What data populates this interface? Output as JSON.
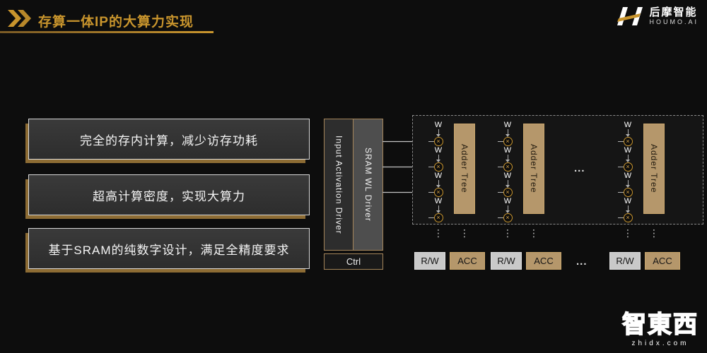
{
  "slide": {
    "title": "存算一体IP的大算力实现"
  },
  "logo": {
    "company_cn": "后摩智能",
    "company_en": "HOUMO.AI"
  },
  "features": [
    "完全的存内计算，减少访存功耗",
    "超高计算密度，实现大算力",
    "基于SRAM的纯数字设计，满足全精度要求"
  ],
  "diagram": {
    "input_driver": "Input Activation Driver",
    "sram_driver": "SRAM WL Driver",
    "ctrl": "Ctrl",
    "weight_label": "W",
    "multiply": "×",
    "adder_tree": "Adder Tree",
    "h_ellipsis": "...",
    "v_ellipsis": "⋮",
    "rw_label": "R/W",
    "acc_label": "ACC"
  },
  "watermark": {
    "brand": "智東西",
    "site": "zhidx.com"
  },
  "colors": {
    "accent_gold": "#c9952d",
    "tan": "#b5976b",
    "background": "#0d0d0d"
  }
}
